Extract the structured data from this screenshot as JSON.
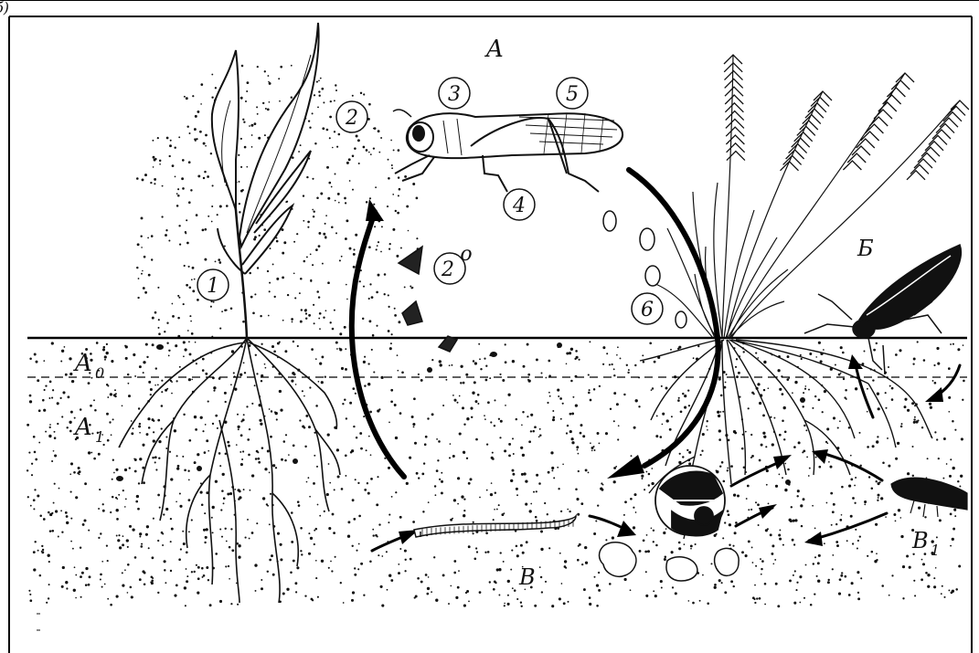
{
  "labels": {
    "A": "A",
    "B_cyr": "Б",
    "V_cyr": "В",
    "V1_main": "В",
    "V1_sub": "1",
    "A0_main": "A",
    "A0_sub": "0",
    "A1_main": "A",
    "A1_sub": "1",
    "corner_glyph": "б)"
  },
  "circled_numbers": {
    "n1": "1",
    "n2": "2",
    "n2b": "2",
    "n2b_sup": "о",
    "n3": "3",
    "n4": "4",
    "n5": "5",
    "n6": "6"
  },
  "colors": {
    "ink": "#111111",
    "background": "#ffffff",
    "frame": "#000000"
  }
}
